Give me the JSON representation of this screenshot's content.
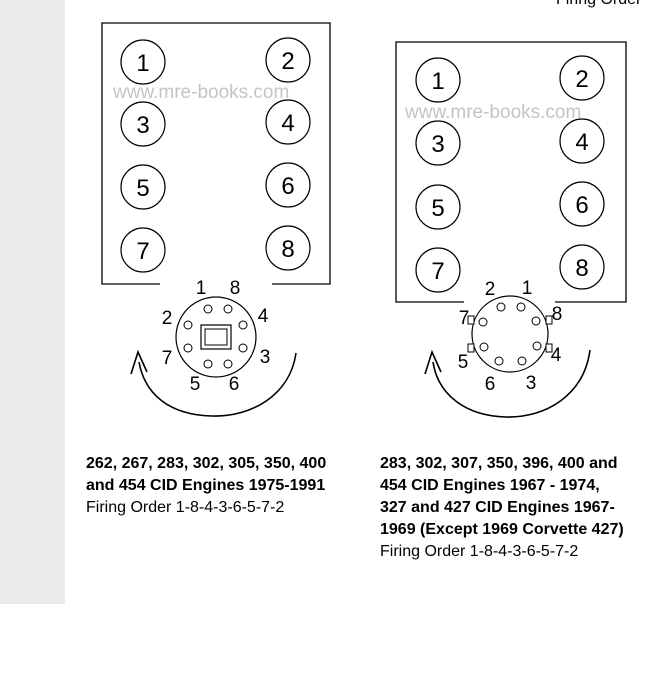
{
  "header": {
    "partial_label": "Firing Order"
  },
  "watermark": "www.mre-books.com",
  "diagrams": [
    {
      "cylinders": [
        "1",
        "2",
        "3",
        "4",
        "5",
        "6",
        "7",
        "8"
      ],
      "distributor_terminals": [
        "1",
        "8",
        "4",
        "3",
        "6",
        "5",
        "7",
        "2"
      ],
      "caption_bold": "262, 267, 283, 302, 305, 350, 400 and 454 CID Engines 1975-1991",
      "caption_firing_order": "Firing Order 1-8-4-3-6-5-7-2"
    },
    {
      "cylinders": [
        "1",
        "2",
        "3",
        "4",
        "5",
        "6",
        "7",
        "8"
      ],
      "distributor_terminals": [
        "1",
        "8",
        "4",
        "3",
        "6",
        "5",
        "7",
        "2"
      ],
      "caption_bold": "283, 302, 307, 350, 396, 400 and 454 CID Engines 1967 - 1974, 327 and 427 CID Engines 1967-1969 (Except 1969 Corvette 427)",
      "caption_firing_order": "Firing Order 1-8-4-3-6-5-7-2"
    }
  ],
  "icons": {
    "rotation": "counterclockwise-rotation-arrow-icon"
  }
}
